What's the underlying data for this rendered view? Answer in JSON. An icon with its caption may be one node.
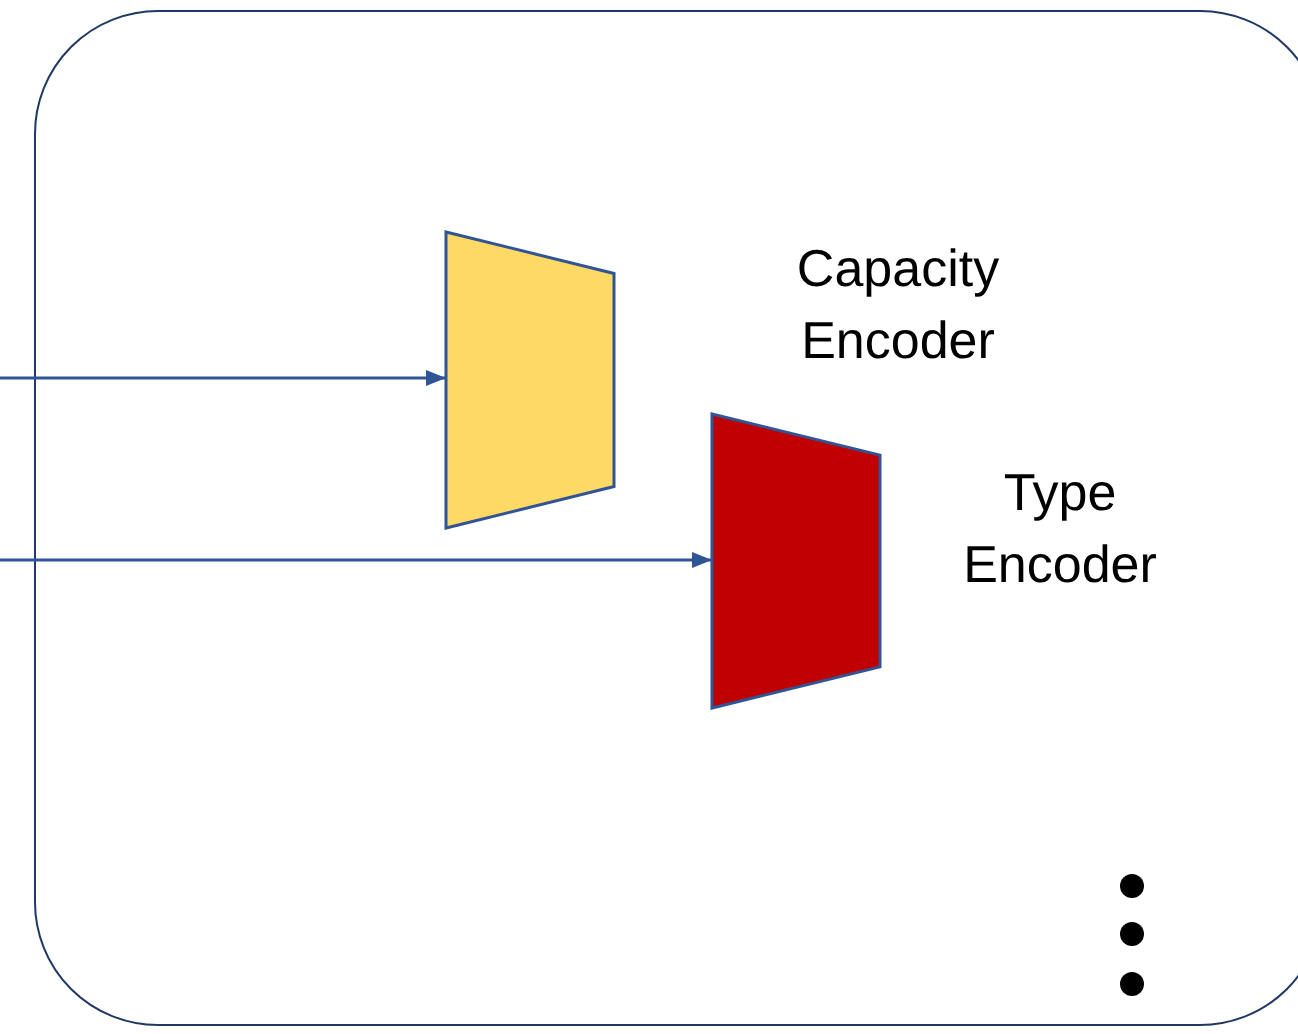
{
  "diagram": {
    "nodes": [
      {
        "text": [],
        "shape": "box"
      },
      {
        "text": [],
        "shape": "trapezoid",
        "in": 0
      },
      {
        "text": [],
        "shape": "trapezoid",
        "in": 0
      }
    ],
    "edges": [
      {
        "from": null,
        "to": 1,
        "arrow": "to"
      },
      {
        "from": null,
        "to": 2,
        "arrow": "to"
      }
    ],
    "labels": [
      "Capacity Encoder",
      "Type Encoder"
    ]
  }
}
